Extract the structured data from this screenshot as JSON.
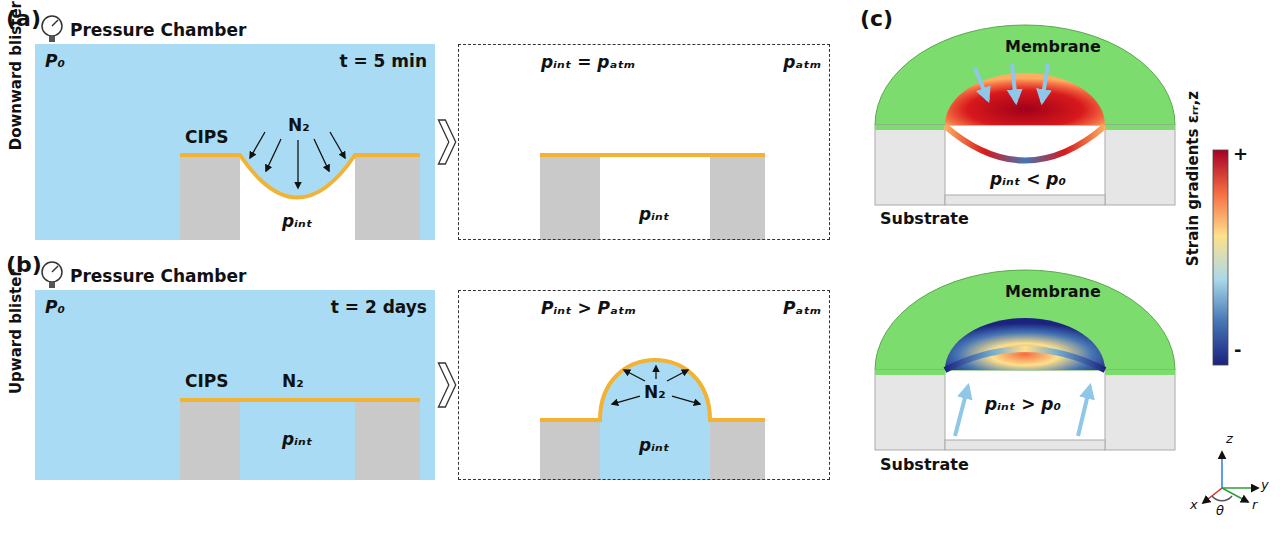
{
  "diagram": {
    "nodes": [
      {
        "text": [
          "Pressure Chamber",
          "P₀",
          "t = 5 min",
          "CIPS",
          "N₂",
          "pᵢₙₜ"
        ]
      },
      {
        "text": [
          "pᵢₙₜ = pₐₜₘ",
          "pₐₜₘ",
          "pᵢₙₜ"
        ]
      },
      {
        "text": [
          "Pressure Chamber",
          "P₀",
          "t = 2 days",
          "CIPS",
          "N₂",
          "pᵢₙₜ"
        ]
      },
      {
        "text": [
          "Pᵢₙₜ > Pₐₜₘ",
          "Pₐₜₘ",
          "N₂",
          "pᵢₙₜ"
        ]
      }
    ],
    "edges": [
      {
        "from": 0,
        "to": 1,
        "arrow": "to"
      },
      {
        "from": 2,
        "to": 3,
        "arrow": "to"
      }
    ],
    "labels": [
      "(a)",
      "Downward blister",
      "(b)",
      "Upward blister",
      "(c)",
      "Membrane",
      "Substrate",
      "pᵢₙₜ < p₀",
      "Strain gradients εᵣᵣ,z",
      "+",
      "-",
      "Membrane",
      "Substrate",
      "pᵢₙₜ > p₀",
      "z",
      "y",
      "x",
      "θ",
      "r"
    ]
  }
}
